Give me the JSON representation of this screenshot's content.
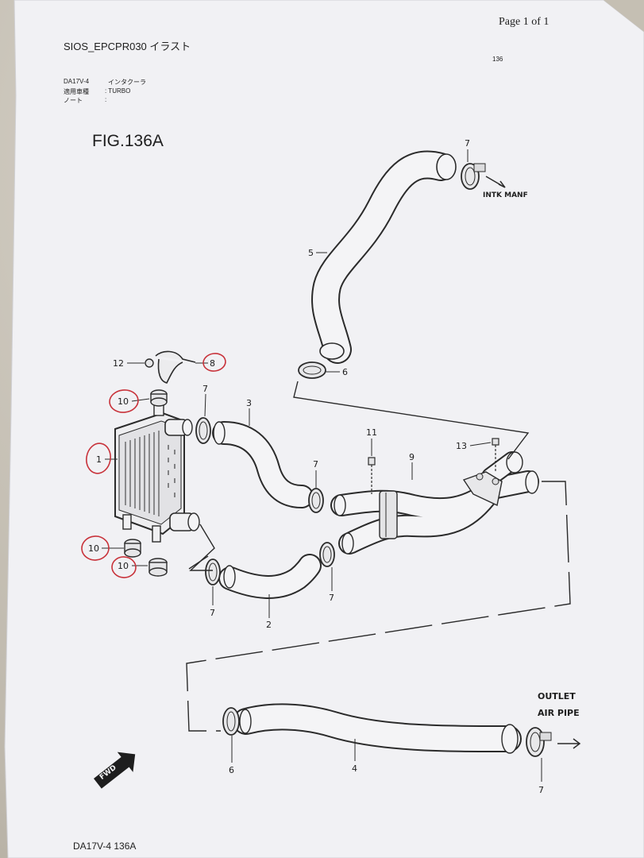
{
  "header": {
    "page_indicator": "Page 1 of 1",
    "doc_title": "SIOS_EPCPR030 イラスト",
    "group_number": "136",
    "model_code": "DA17V-4",
    "section_name": "インタクーラ",
    "applicable_label": "適用車種",
    "applicable_value": ": TURBO",
    "note_label": "ノート",
    "note_value": ":"
  },
  "figure": {
    "title": "FIG.136A",
    "footer_code": "DA17V-4 136A",
    "fwd_label": "FWD",
    "labels": {
      "intk_manf": "INTK MANF",
      "outlet_line1": "OUTLET",
      "outlet_line2": "AIR PIPE"
    },
    "callouts": [
      "1",
      "2",
      "3",
      "4",
      "5",
      "6",
      "6",
      "7",
      "7",
      "7",
      "7",
      "7",
      "7",
      "8",
      "9",
      "10",
      "10",
      "10",
      "11",
      "12",
      "13"
    ],
    "circled_callouts": [
      "1",
      "8",
      "10",
      "10",
      "10"
    ],
    "markup_color": "#c8323a",
    "line_color": "#2a2a2a"
  }
}
